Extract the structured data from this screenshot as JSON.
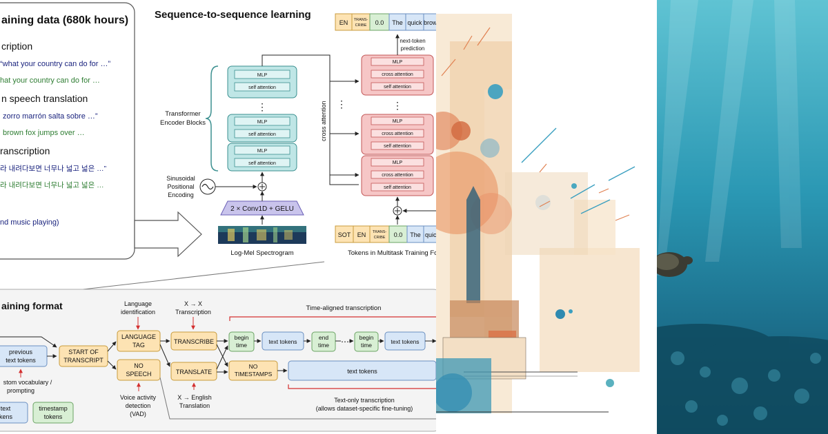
{
  "left_panel": {
    "training_data_title": "aining data (680k hours)",
    "sections": [
      {
        "heading": "cription",
        "line_blue": "“what your country can do for …”",
        "line_green": "hat your country can do for …"
      },
      {
        "heading": "n speech translation",
        "line_blue": "zorro marrón salta sobre …”",
        "line_green": "brown fox jumps over …"
      },
      {
        "heading": "ranscription",
        "line_blue": "라 내려다보면 너무나 넓고 넓은 …”",
        "line_green": "라 내려다보면 너무나 넓고 넓은 …"
      },
      {
        "heading": "",
        "line_blue": "nd music playing)",
        "line_green": ""
      }
    ],
    "seq_title": "Sequence-to-sequence learning",
    "encoder": {
      "mlp": "MLP",
      "self_attention": "self attention",
      "blocks_label_1": "Transformer",
      "blocks_label_2": "Encoder Blocks",
      "pe_label_1": "Sinusoidal",
      "pe_label_2": "Positional",
      "pe_label_3": "Encoding",
      "conv": "2 × Conv1D + GELU",
      "spectrogram": "Log-Mel Spectrogram"
    },
    "decoder": {
      "mlp": "MLP",
      "cross_attention": "cross attention",
      "self_attention": "self attention",
      "cross_attention_side": "cross attention",
      "next_token_1": "next-token",
      "next_token_2": "prediction",
      "tokens_label": "Tokens in Multitask Training Fo"
    },
    "top_tokens": [
      "EN",
      "TRANS-",
      "CRIBE",
      "0.0",
      "The",
      "quick",
      "brow"
    ],
    "bottom_tokens": [
      "SOT",
      "EN",
      "TRANS-",
      "CRIBE",
      "0.0",
      "The",
      "quic"
    ],
    "dots": "⋮",
    "hdots": "⋯",
    "format": {
      "title": "aining format",
      "lang_id_1": "Language",
      "lang_id_2": "identification",
      "xx_1": "X → X",
      "xx_2": "Transcription",
      "time_aligned": "Time-aligned transcription",
      "prev_1": "previous",
      "prev_2": "text tokens",
      "sot_1": "START OF",
      "sot_2": "TRANSCRIPT",
      "lang_tag_1": "LANGUAGE",
      "lang_tag_2": "TAG",
      "no_speech_1": "NO",
      "no_speech_2": "SPEECH",
      "transcribe": "TRANSCRIBE",
      "translate": "TRANSLATE",
      "begin_1": "begin",
      "begin_2": "time",
      "end_1": "end",
      "end_2": "time",
      "text_tokens": "text tokens",
      "no_ts_1": "NO",
      "no_ts_2": "TIMESTAMPS",
      "vocab_1": "stom vocabulary /",
      "vocab_2": "prompting",
      "vad_1": "Voice activity",
      "vad_2": "detection",
      "vad_3": "(VAD)",
      "x_en_1": "X → English",
      "x_en_2": "Translation",
      "text_only_1": "Text-only transcription",
      "text_only_2": "(allows dataset-specific fine-tuning)",
      "legend_text_1": "text",
      "legend_text_2": "okens",
      "legend_ts_1": "timestamp",
      "legend_ts_2": "tokens"
    }
  },
  "colors": {
    "encoder": "#bfe6e6",
    "decoder": "#f6c6c6",
    "orange_box": "#fde3b3",
    "blue_box": "#d7e6f7",
    "green_box": "#d8efd4",
    "purple_box": "#c9c4ec",
    "ocean": "#2a97b3"
  }
}
